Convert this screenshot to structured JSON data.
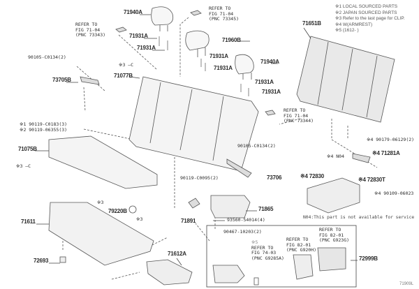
{
  "legend": {
    "items": [
      "※1 LOCAL SOURCED PARTS",
      "※2 JAPAN SOURCED PARTS",
      "※3 Refer to the last page for CLIP.",
      "※4 W(ARMREST)",
      "※5 (1612-     )"
    ]
  },
  "parts": {
    "p71940A_1": "71940A",
    "p71931A_1": "71931A",
    "p71931A_2": "71931A",
    "p71960B": "71960B",
    "p71931A_3": "71931A",
    "p71931A_4": "71931A",
    "p71940A_2": "71940A",
    "p71931A_5": "71931A",
    "p71931A_6": "71931A",
    "p71651B": "71651B",
    "p90105_1": "90105-C0134(2)",
    "p90105_2": "90105-C0134(2)",
    "clip_c_1": "※3 —C",
    "clip_c_2": "※3 —C",
    "p71077B": "71077B",
    "p73705B": "73705B",
    "p90119_c0183": "※1 90119-C0183(3)",
    "p90119_06355": "※2 90119-06355(3)",
    "p71075B": "71075B",
    "p90179": "※4 90179-06129(2)",
    "pN04": "※4 N04",
    "p71281A": "※4 71281A",
    "p90119_c0095": "90119-C0095(2)",
    "p73706": "73706",
    "p72830": "※4 72830",
    "p72830T": "※4 72830T",
    "p90109": "※4 90109-06023",
    "p79220B": "79220B",
    "clip3_a": "※3",
    "clip3_b": "※3",
    "p71891": "71891",
    "p71611": "71611",
    "p71865": "71865",
    "p93560": "93560-54014(4)",
    "p90467": "90467-10203(2)",
    "p72999B": "72999B",
    "p72693": "72693",
    "p71612A": "71612A"
  },
  "refs": {
    "r73343": [
      "REFER TO",
      "FIG 71-04",
      "(PNC 73343)"
    ],
    "r73345": [
      "REFER TO",
      "FIG 71-04",
      "(PNC 73345)"
    ],
    "r73344": [
      "REFER TO",
      "FIG 71-04",
      "(PNC 73344)"
    ],
    "rG9285A": [
      "※5",
      "REFER TO",
      "FIG 74-03",
      "(PNC G9285A)"
    ],
    "rG920H": [
      "REFER TO",
      "FIG 82-01",
      "(PNC G920H)"
    ],
    "rG923G": [
      "REFER TO",
      "FIG 82-01",
      "(PNC G923G)"
    ]
  },
  "note": "N04:This part is not available for service",
  "figure_number": "71909L"
}
